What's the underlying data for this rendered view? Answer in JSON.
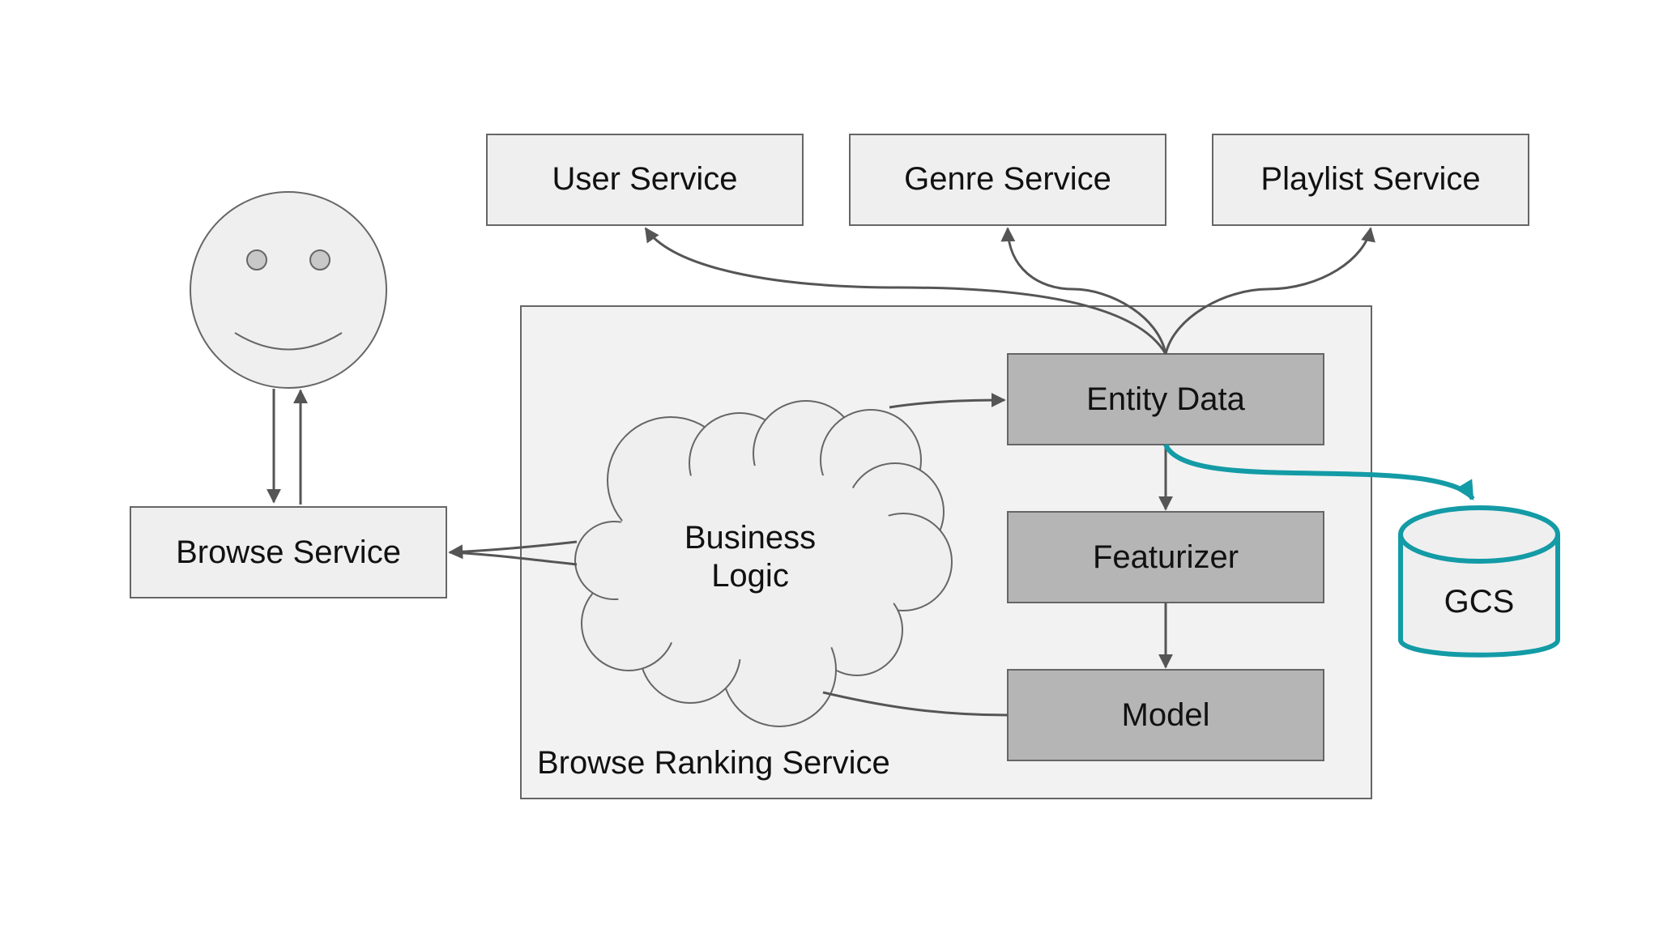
{
  "services": {
    "user": "User Service",
    "genre": "Genre Service",
    "playlist": "Playlist Service",
    "browse": "Browse Service"
  },
  "ranking": {
    "container_label": "Browse Ranking Service",
    "cloud_line1": "Business",
    "cloud_line2": "Logic",
    "entity_data": "Entity Data",
    "featurizer": "Featurizer",
    "model": "Model"
  },
  "storage": {
    "label": "GCS"
  },
  "colors": {
    "light_box_fill": "#efefef",
    "dark_box_fill": "#b5b5b5",
    "container_fill": "#f2f2f2",
    "outline": "#666666",
    "arrow": "#555555",
    "storage_accent": "#139ba6"
  }
}
